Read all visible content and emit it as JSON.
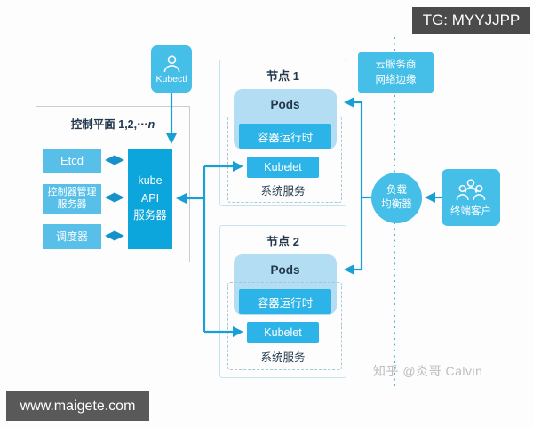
{
  "badge": {
    "label": "TG: MYYJJPP"
  },
  "site_bar": {
    "label": "www.maigete.com"
  },
  "watermark": {
    "label": "知乎 @炎哥 Calvin"
  },
  "kubectl": {
    "label": "Kubectl"
  },
  "control_plane": {
    "title_prefix": "控制平面 1,2,⋯",
    "title_italic": "n",
    "etcd": "Etcd",
    "controller_manager_line1": "控制器管理",
    "controller_manager_line2": "服务器",
    "scheduler": "调度器",
    "api_server_line1": "kube",
    "api_server_line2": "API",
    "api_server_line3": "服务器"
  },
  "nodes": [
    {
      "title": "节点 1",
      "pods": "Pods",
      "runtime": "容器运行时",
      "kubelet": "Kubelet",
      "services": "系统服务"
    },
    {
      "title": "节点 2",
      "pods": "Pods",
      "runtime": "容器运行时",
      "kubelet": "Kubelet",
      "services": "系统服务"
    }
  ],
  "cloud_edge": {
    "line1": "云服务商",
    "line2": "网络边缘"
  },
  "load_balancer": {
    "line1": "负载",
    "line2": "均衡器"
  },
  "end_users": {
    "label": "终端客户"
  },
  "colors": {
    "primary_cyan": "#45bfe8",
    "light_blue_box": "#58bfe8",
    "api_server_blue": "#0ca5dc",
    "pods_light_blue": "#b3ddf2",
    "inner_box_blue": "#2cb4e8",
    "connector_blue": "#189fd6",
    "dashed_line_teal": "#4ab6d6",
    "badge_gray": "#4b4b4b",
    "text_dark": "#24384d"
  }
}
